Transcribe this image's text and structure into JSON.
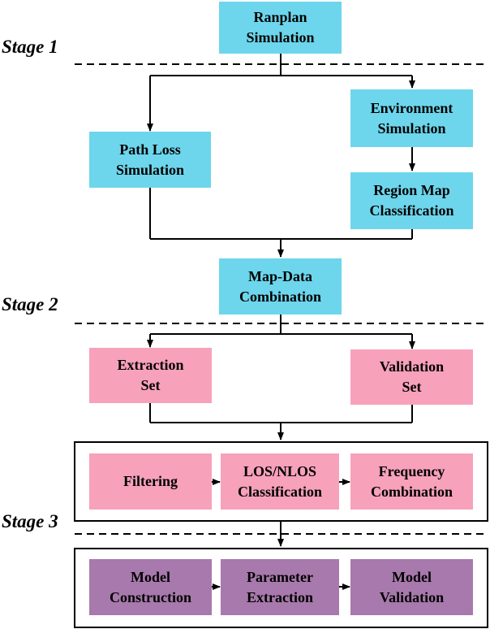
{
  "stages": {
    "stage1": "Stage 1",
    "stage2": "Stage 2",
    "stage3": "Stage 3"
  },
  "nodes": {
    "ranplan_simulation": "Ranplan\nSimulation",
    "path_loss_simulation": "Path Loss\nSimulation",
    "environment_simulation": "Environment\nSimulation",
    "region_map_classification": "Region Map\nClassification",
    "map_data_combination": "Map-Data\nCombination",
    "extraction_set": "Extraction\nSet",
    "validation_set": "Validation\nSet",
    "filtering": "Filtering",
    "los_nlos_classification": "LOS/NLOS\nClassification",
    "frequency_combination": "Frequency\nCombination",
    "model_construction": "Model\nConstruction",
    "parameter_extraction": "Parameter\nExtraction",
    "model_validation": "Model\nValidation"
  },
  "colors": {
    "simulation_fill": "#6dd6ec",
    "dataset_fill": "#f7a1bb",
    "modeling_fill": "#a879ac",
    "line": "#000000"
  }
}
